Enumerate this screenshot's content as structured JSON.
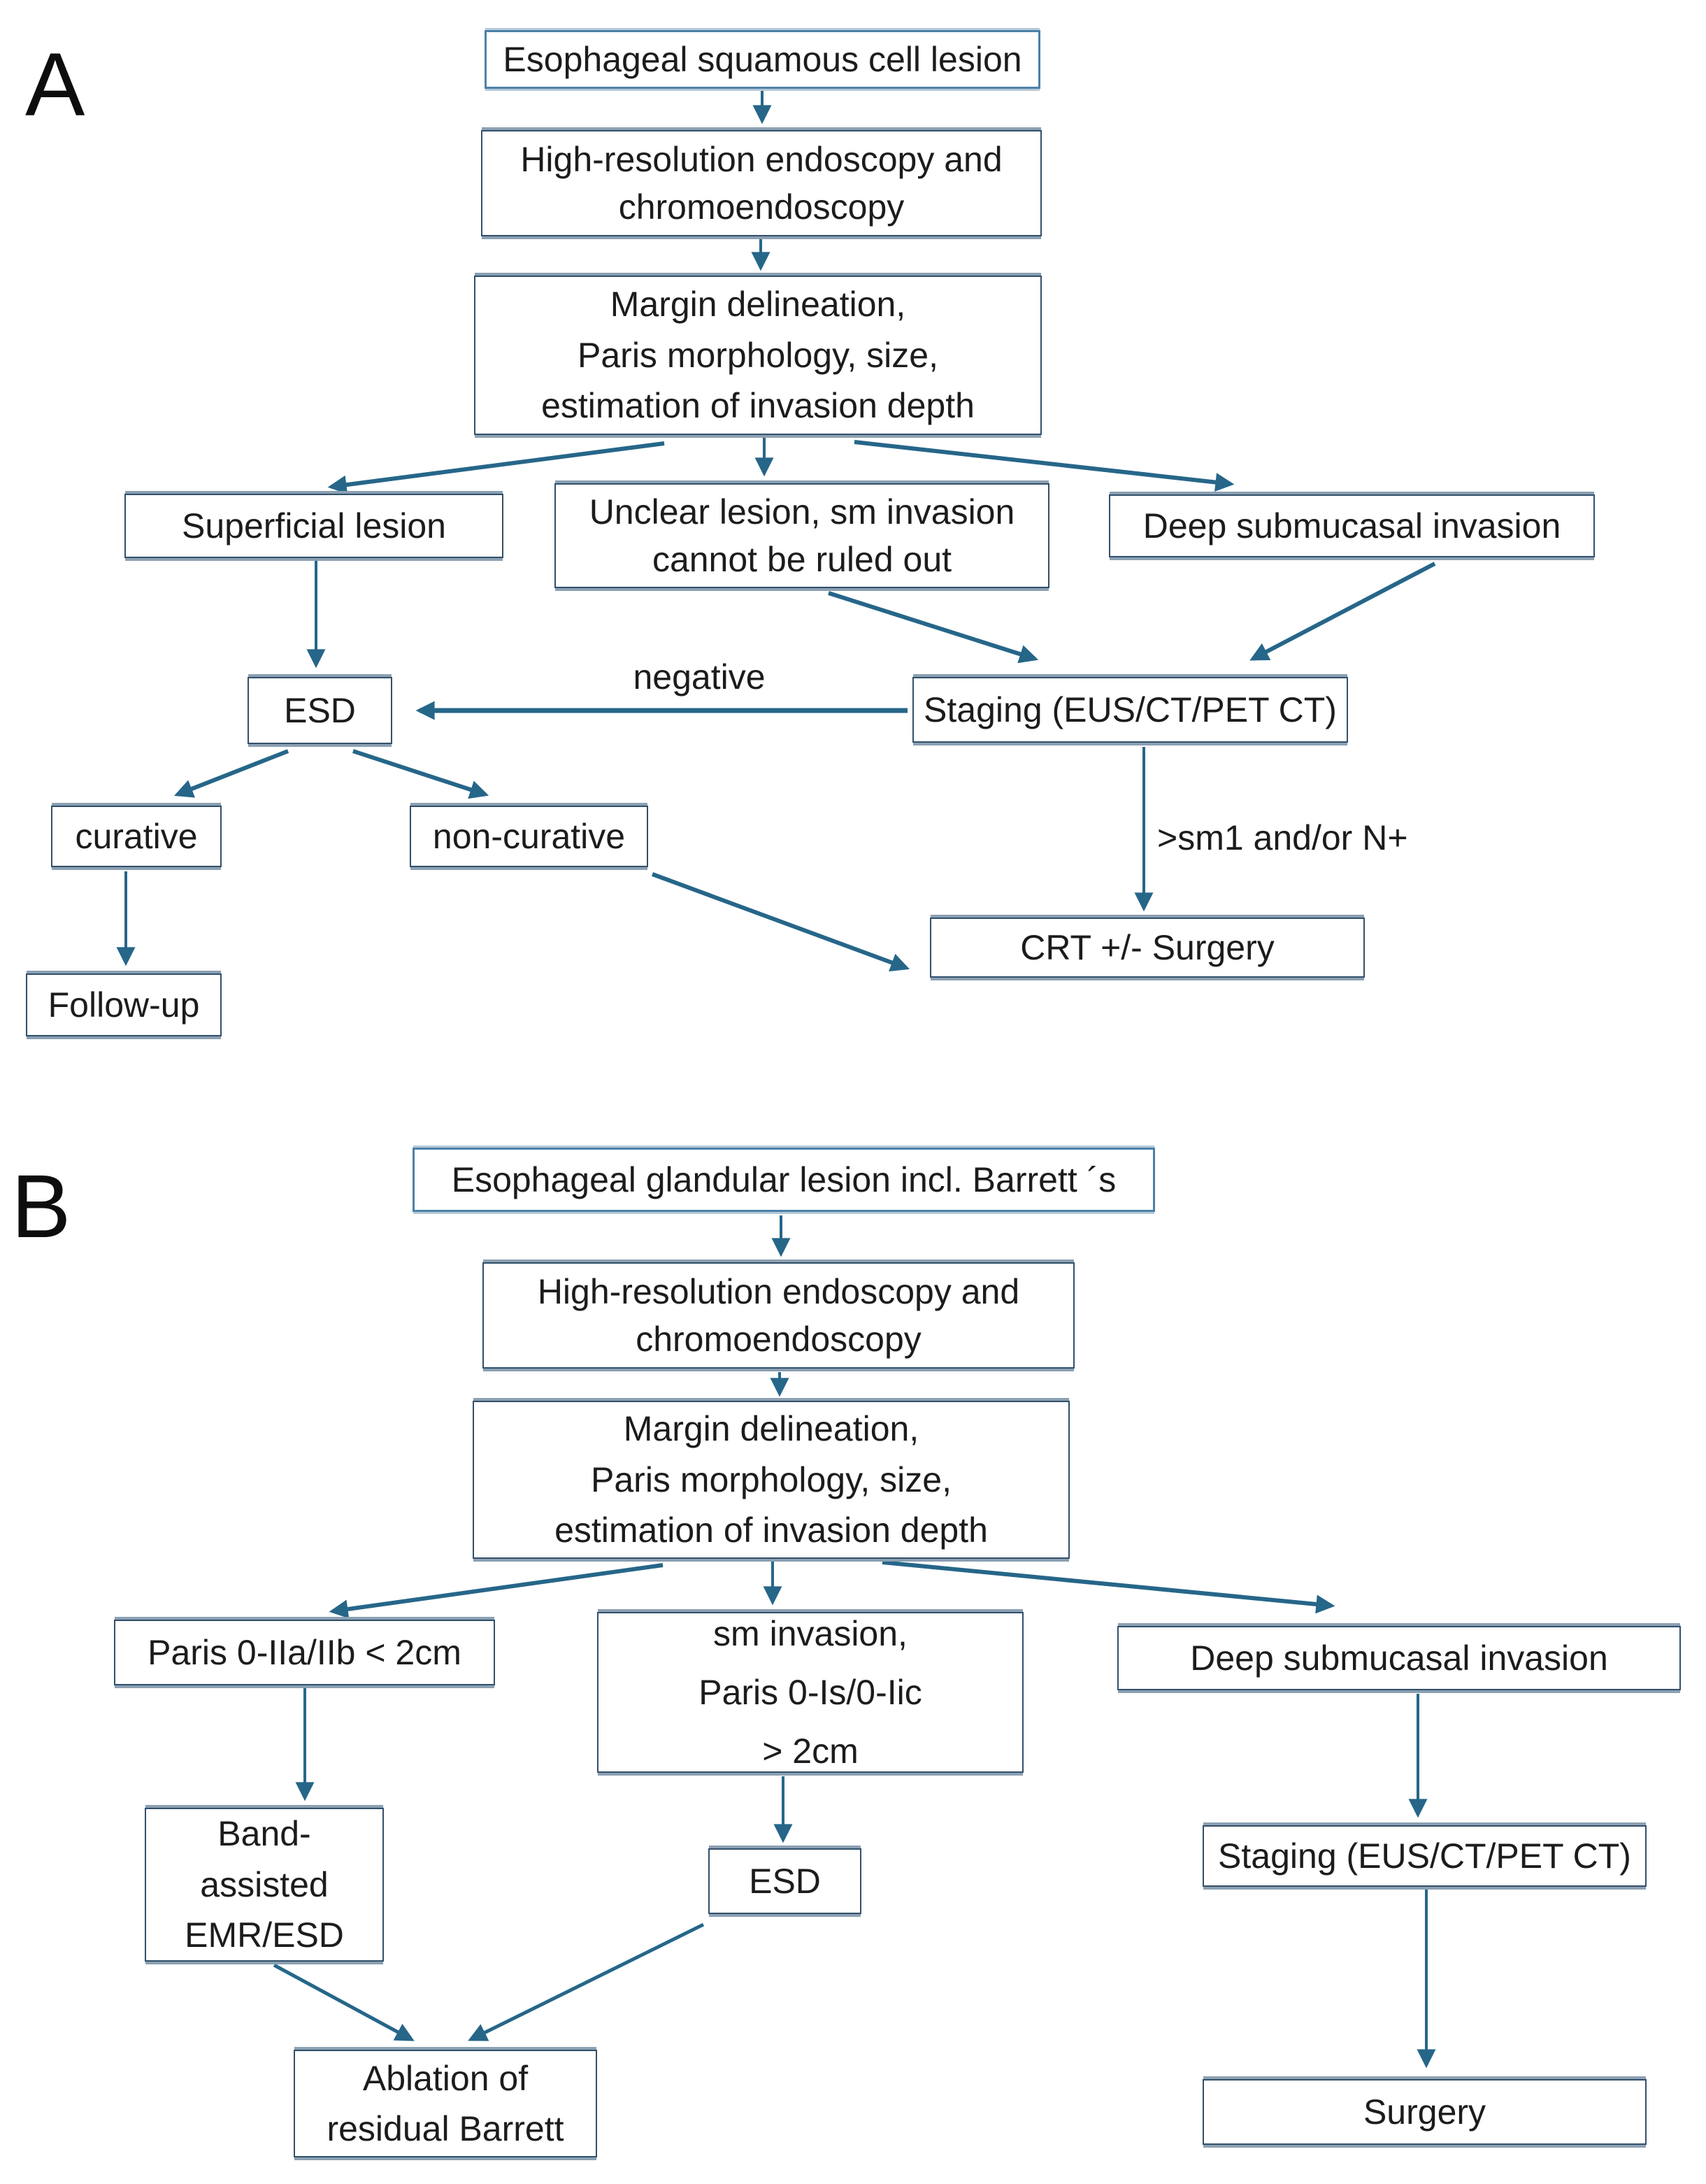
{
  "figure": {
    "colors": {
      "arrow": "#266689",
      "box_border": "#32506b",
      "box_accent": "#8ba0b2",
      "blue_box_border": "#4d81a8",
      "text": "#1c1c1c"
    },
    "panel_a": {
      "label": "A",
      "nodes": {
        "lesion": "Esophageal squamous cell lesion",
        "endoscopy": "High-resolution endoscopy and\nchromoendoscopy",
        "margin": "Margin delineation,\nParis morphology, size,\nestimation of invasion depth",
        "superficial": "Superficial lesion",
        "unclear": "Unclear lesion, sm invasion\ncannot be ruled out",
        "deep": "Deep submucasal invasion",
        "esd": "ESD",
        "staging": "Staging (EUS/CT/PET CT)",
        "curative": "curative",
        "non_curative": "non-curative",
        "crt": "CRT +/- Surgery",
        "follow_up": "Follow-up"
      },
      "edge_labels": {
        "negative": "negative",
        "sm1": ">sm1 and/or N+"
      }
    },
    "panel_b": {
      "label": "B",
      "nodes": {
        "lesion": "Esophageal glandular lesion incl. Barrett ´s",
        "endoscopy": "High-resolution endoscopy and\nchromoendoscopy",
        "margin": "Margin delineation,\nParis morphology, size,\nestimation of invasion depth",
        "paris_small": "Paris 0-IIa/IIb < 2cm",
        "sm_invasion": "sm invasion,\nParis 0-Is/0-Iic\n> 2cm",
        "deep": "Deep submucasal invasion",
        "band": "Band-\nassisted\nEMR/ESD",
        "esd": "ESD",
        "staging": "Staging (EUS/CT/PET CT)",
        "ablation": "Ablation of\nresidual Barrett",
        "surgery": "Surgery"
      }
    }
  }
}
